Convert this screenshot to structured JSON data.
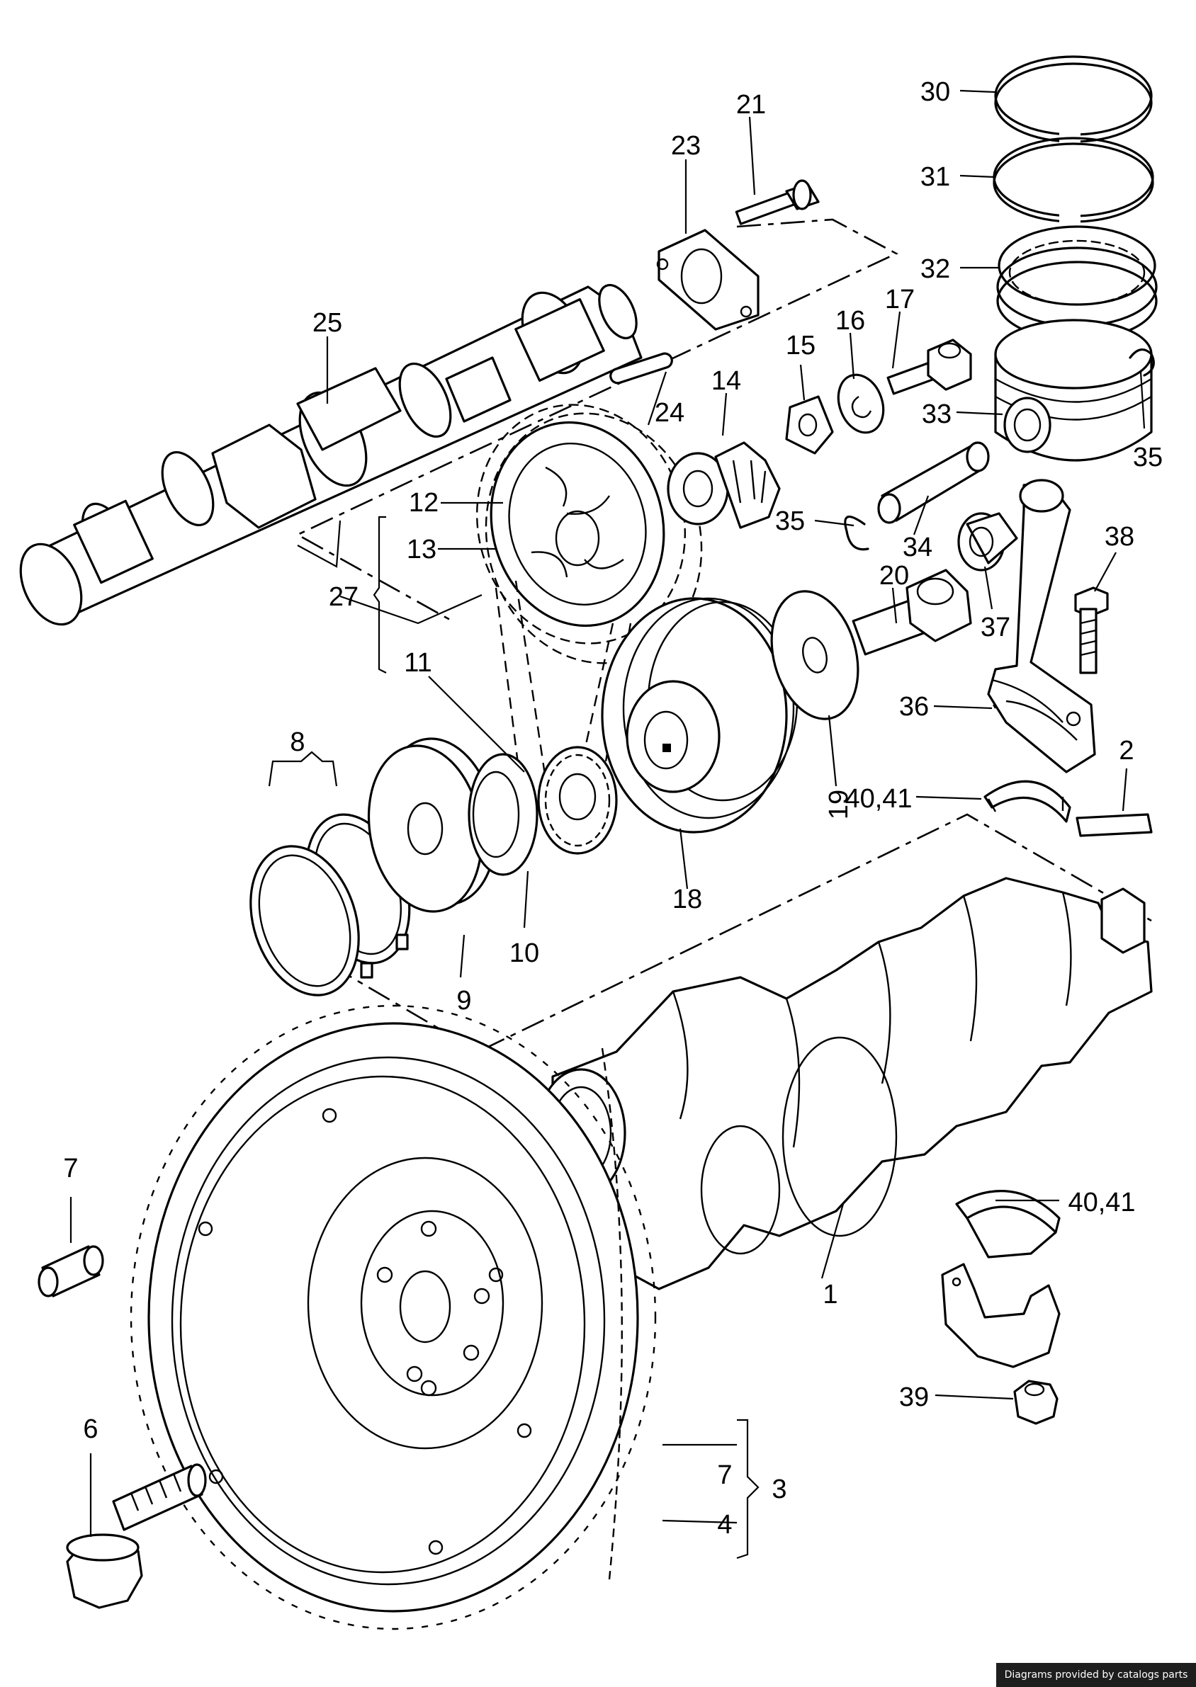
{
  "callouts": {
    "c1": "1",
    "c2": "2",
    "c3": "3",
    "c4": "4",
    "c6": "6",
    "c7a": "7",
    "c7b": "7",
    "c8": "8",
    "c9": "9",
    "c10": "10",
    "c11": "11",
    "c12": "12",
    "c13": "13",
    "c14": "14",
    "c15": "15",
    "c16": "16",
    "c17": "17",
    "c18": "18",
    "c19": "19",
    "c20": "20",
    "c21": "21",
    "c23": "23",
    "c24": "24",
    "c25": "25",
    "c27": "27",
    "c30": "30",
    "c31": "31",
    "c32": "32",
    "c33": "33",
    "c34": "34",
    "c35a": "35",
    "c35b": "35",
    "c36": "36",
    "c37": "37",
    "c38": "38",
    "c39": "39",
    "c4041a": "40,41",
    "c4041b": "40,41"
  },
  "credit": "Diagrams provided by catalogs parts"
}
